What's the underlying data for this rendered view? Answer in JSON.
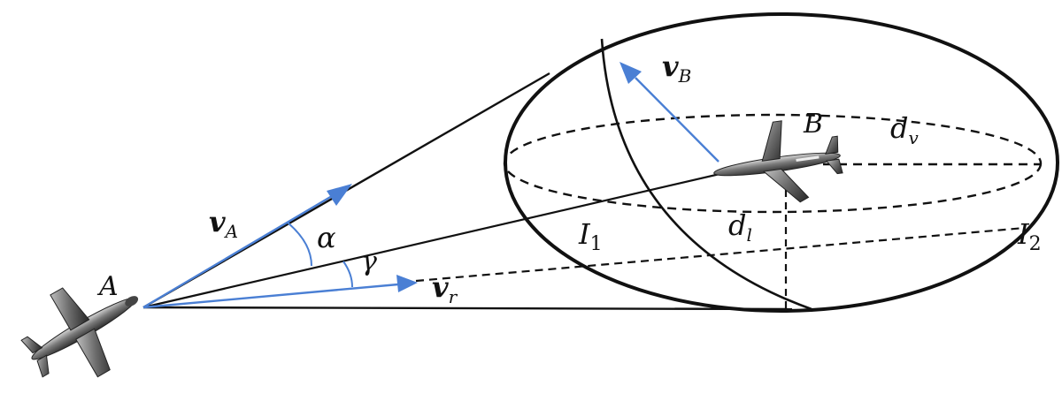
{
  "diagram": {
    "labels": {
      "point_a": "A",
      "point_b": "B",
      "velocity_a": "v",
      "velocity_a_sub": "A",
      "velocity_b": "v",
      "velocity_b_sub": "B",
      "velocity_r": "v",
      "velocity_r_sub": "r",
      "angle_alpha": "α",
      "angle_gamma": "γ",
      "dist_v": "d",
      "dist_v_sub": "v",
      "dist_l": "d",
      "dist_l_sub": "l",
      "intersect_1": "I",
      "intersect_1_sub": "1",
      "intersect_2": "I",
      "intersect_2_sub": "2"
    },
    "colors": {
      "vector": "#4a7fd4",
      "line": "#111111",
      "aircraft_body": "#5a5a5a",
      "aircraft_highlight": "#c8c8c8"
    }
  }
}
